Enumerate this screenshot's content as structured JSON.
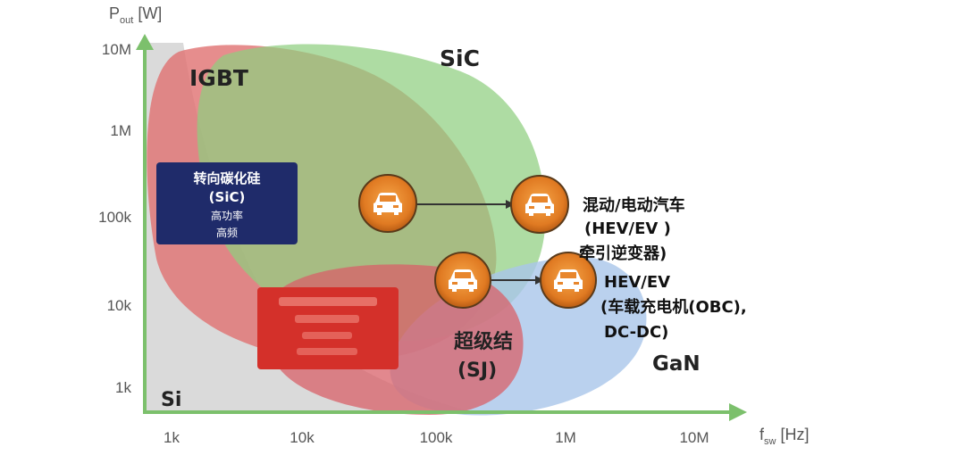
{
  "axes": {
    "y_title_main": "P",
    "y_title_sub": "out",
    "y_title_unit": " [W]",
    "x_title_main": "f",
    "x_title_sub": "sw",
    "x_title_unit": " [Hz]",
    "y_ticks": [
      "10M",
      "1M",
      "100k",
      "10k",
      "1k"
    ],
    "x_ticks": [
      "1k",
      "10k",
      "100k",
      "1M",
      "10M"
    ]
  },
  "regions": {
    "si": "Si",
    "igbt": "IGBT",
    "sic": "SiC",
    "gan": "GaN",
    "sj_line1": "超级结",
    "sj_line2": "(SJ)"
  },
  "box_sic": {
    "line1": "转向碳化硅",
    "line2": "(SiC)",
    "line3": "高功率",
    "line4": "高频"
  },
  "callout_traction": {
    "line1": "混动/电动汽车",
    "line2": "(HEV/EV )",
    "line3": "牵引逆变器)"
  },
  "callout_obc": {
    "line1": "HEV/EV",
    "line2": "(车载充电机(OBC),",
    "line3": "DC-DC)"
  },
  "colors": {
    "si_fill": "#d4d4d4",
    "igbt_fill": "#e07070",
    "sic_fill": "#8fcf7f",
    "gan_fill": "#a9c6ea",
    "sj_fill": "#d86068",
    "axis": "#7cc06c",
    "box_sic": "#1f2b6a",
    "box_gan": "#d4302a",
    "car_badge": "#e8862c"
  },
  "icons": [
    "car-icon"
  ]
}
